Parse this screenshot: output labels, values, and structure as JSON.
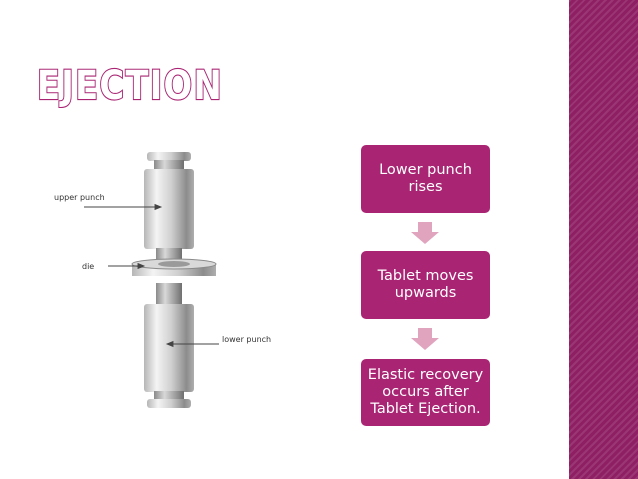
{
  "slide": {
    "title": "EJECTION",
    "accent_color": "#a92573",
    "strip_color": "#8e1f63",
    "arrow_color": "#e0a4be"
  },
  "diagram": {
    "labels": {
      "upper_punch": "upper punch",
      "die": "die",
      "lower_punch": "lower punch"
    }
  },
  "flow": {
    "steps": [
      {
        "text": "Lower punch rises"
      },
      {
        "text": "Tablet moves upwards"
      },
      {
        "text": "Elastic recovery occurs after Tablet Ejection."
      }
    ]
  }
}
